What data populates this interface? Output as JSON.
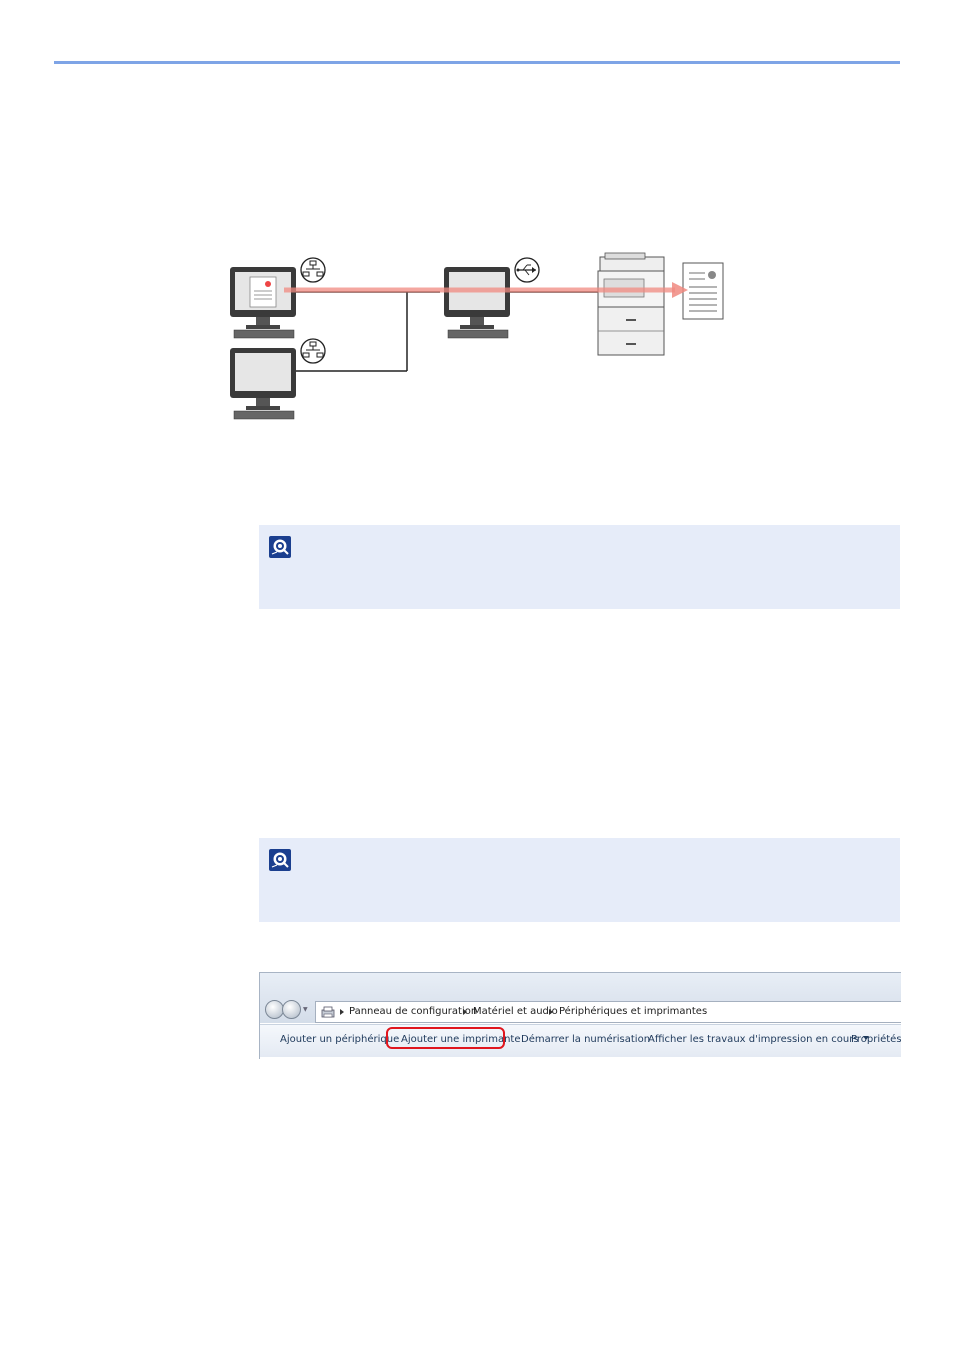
{
  "colors": {
    "rule": "#7ea4e6",
    "note_bg": "#e6ecf9",
    "data_path": "#f08a80",
    "highlight": "#e0161e"
  },
  "diagram": {
    "icons": [
      "computer-icon",
      "network-icon",
      "usb-icon",
      "multifunction-printer-icon",
      "printed-document-icon"
    ]
  },
  "notes": [
    {
      "icon": "note-icon"
    },
    {
      "icon": "note-icon"
    }
  ],
  "screenshot": {
    "breadcrumbs": [
      "Panneau de configuration",
      "Matériel et audio",
      "Périphériques et imprimantes"
    ],
    "toolbar": {
      "add_device": "Ajouter un périphérique",
      "add_printer": "Ajouter une imprimante",
      "start_scan": "Démarrer la numérisation",
      "view_jobs": "Afficher les travaux d'impression en cours",
      "properties": "Propriétés d"
    },
    "highlighted_item": "Ajouter une imprimante"
  }
}
